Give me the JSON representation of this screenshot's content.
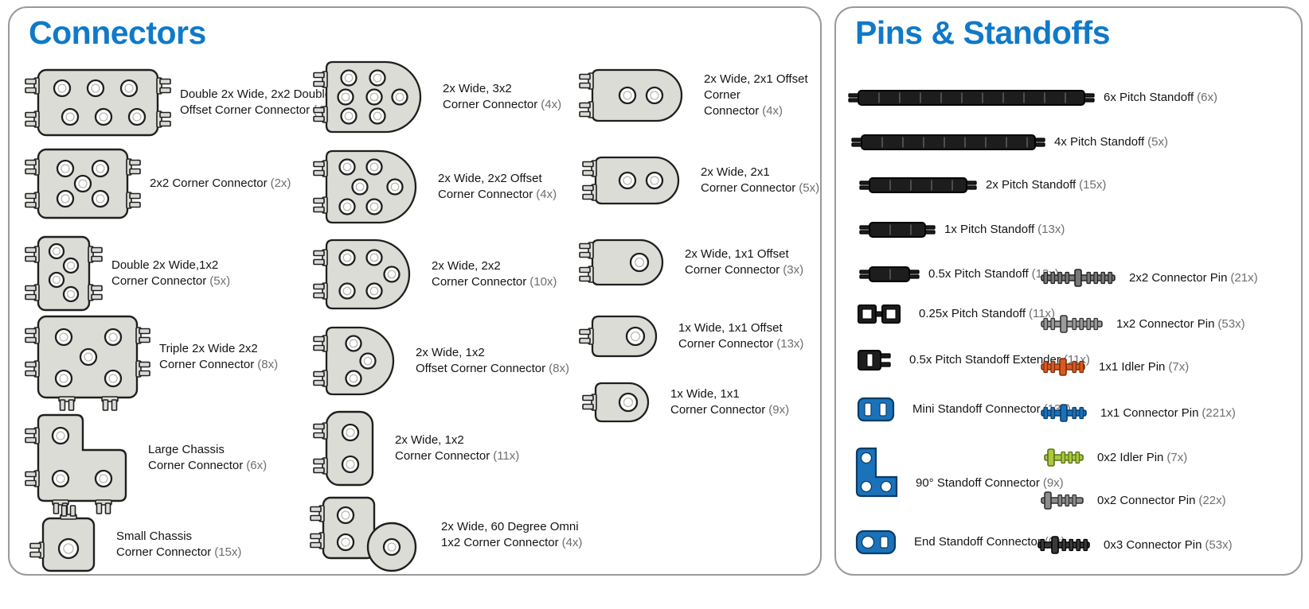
{
  "panels": {
    "connectors": {
      "title": "Connectors",
      "columns": [
        [
          {
            "name": "Double 2x Wide, 2x2 Double\nOffset Corner Connector",
            "count": "(4x)",
            "icon": "plate-6h"
          },
          {
            "name": "2x2 Corner Connector",
            "count": "(2x)",
            "icon": "plate-2x2"
          },
          {
            "name": "Double 2x Wide,1x2\nCorner Connector",
            "count": "(5x)",
            "icon": "plate-1x2-double"
          },
          {
            "name": "Triple 2x Wide 2x2\nCorner Connector",
            "count": "(8x)",
            "icon": "plate-3x3"
          },
          {
            "name": "Large Chassis\nCorner Connector",
            "count": "(6x)",
            "icon": "chassis-L"
          },
          {
            "name": "Small Chassis\nCorner Connector",
            "count": "(15x)",
            "icon": "chassis-small"
          }
        ],
        [
          {
            "name": "2x Wide, 3x2\nCorner Connector",
            "count": "(4x)",
            "icon": "round-3x2"
          },
          {
            "name": "2x Wide, 2x2 Offset\nCorner Connector",
            "count": "(4x)",
            "icon": "round-2x2-offset"
          },
          {
            "name": "2x Wide, 2x2\nCorner Connector",
            "count": "(10x)",
            "icon": "round-2x2"
          },
          {
            "name": "2x Wide, 1x2\nOffset Corner Connector",
            "count": "(8x)",
            "icon": "round-1x2-offset"
          },
          {
            "name": "2x Wide, 1x2\nCorner Connector",
            "count": "(11x)",
            "icon": "round-1x2"
          },
          {
            "name": "2x Wide, 60 Degree Omni\n1x2 Corner Connector",
            "count": "(4x)",
            "icon": "omni-1x2"
          }
        ],
        [
          {
            "name": "2x Wide, 2x1 Offset\nCorner Connector",
            "count": "(4x)",
            "icon": "bar-2x1-offset"
          },
          {
            "name": "2x Wide, 2x1\nCorner Connector",
            "count": "(5x)",
            "icon": "bar-2x1"
          },
          {
            "name": "2x Wide, 1x1 Offset\nCorner Connector",
            "count": "(3x)",
            "icon": "bar-1x1-offset-2w"
          },
          {
            "name": "1x Wide, 1x1 Offset\nCorner Connector",
            "count": "(13x)",
            "icon": "bar-1x1-offset-1w"
          },
          {
            "name": "1x Wide, 1x1\nCorner Connector",
            "count": "(9x)",
            "icon": "bar-1x1"
          }
        ]
      ]
    },
    "pins_standoffs": {
      "title": "Pins & Standoffs",
      "standoffs": [
        {
          "name": "6x Pitch Standoff",
          "count": "(6x)",
          "icon": "standoff-6"
        },
        {
          "name": "4x Pitch Standoff",
          "count": "(5x)",
          "icon": "standoff-4"
        },
        {
          "name": "2x Pitch Standoff",
          "count": "(15x)",
          "icon": "standoff-2"
        },
        {
          "name": "1x Pitch Standoff",
          "count": "(13x)",
          "icon": "standoff-1"
        },
        {
          "name": "0.5x Pitch Standoff",
          "count": "(13x)",
          "icon": "standoff-05"
        },
        {
          "name": "0.25x Pitch Standoff",
          "count": "(11x)",
          "icon": "standoff-025"
        },
        {
          "name": "0.5x Pitch Standoff Extender",
          "count": "(11x)",
          "icon": "standoff-ext"
        },
        {
          "name": "Mini Standoff Connector",
          "count": "(13x)",
          "icon": "mini-standoff"
        },
        {
          "name": "90° Standoff Connector",
          "count": "(9x)",
          "icon": "standoff-90"
        },
        {
          "name": "End Standoff Connector",
          "count": "(9x)",
          "icon": "standoff-end"
        }
      ],
      "pins": [
        {
          "name": "2x2 Connector Pin",
          "count": "(21x)",
          "icon": "pin-2x2"
        },
        {
          "name": "1x2 Connector Pin",
          "count": "(53x)",
          "icon": "pin-1x2"
        },
        {
          "name": "1x1 Idler Pin",
          "count": "(7x)",
          "icon": "pin-idler-1x1"
        },
        {
          "name": "1x1 Connector Pin",
          "count": "(221x)",
          "icon": "pin-1x1"
        },
        {
          "name": "0x2 Idler Pin",
          "count": "(7x)",
          "icon": "pin-idler-0x2"
        },
        {
          "name": "0x2 Connector Pin",
          "count": "(22x)",
          "icon": "pin-0x2"
        },
        {
          "name": "0x3 Connector Pin",
          "count": "(53x)",
          "icon": "pin-0x3"
        }
      ]
    }
  },
  "colors": {
    "accent_blue": "#1079c8",
    "part_grey": "#dcdcd7",
    "standoff_black": "#1d1d1d",
    "pin_blue": "#1a72bb",
    "pin_orange": "#d85a20",
    "pin_green": "#a9c93d"
  }
}
